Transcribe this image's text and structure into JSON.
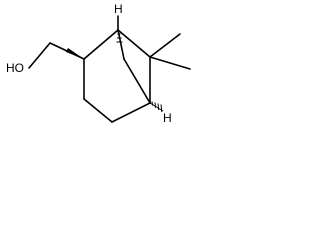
{
  "molecule": {
    "labels": {
      "hydroxyl": "HO",
      "bridgehead_top": "H",
      "bridgehead_bottom": "H"
    }
  }
}
